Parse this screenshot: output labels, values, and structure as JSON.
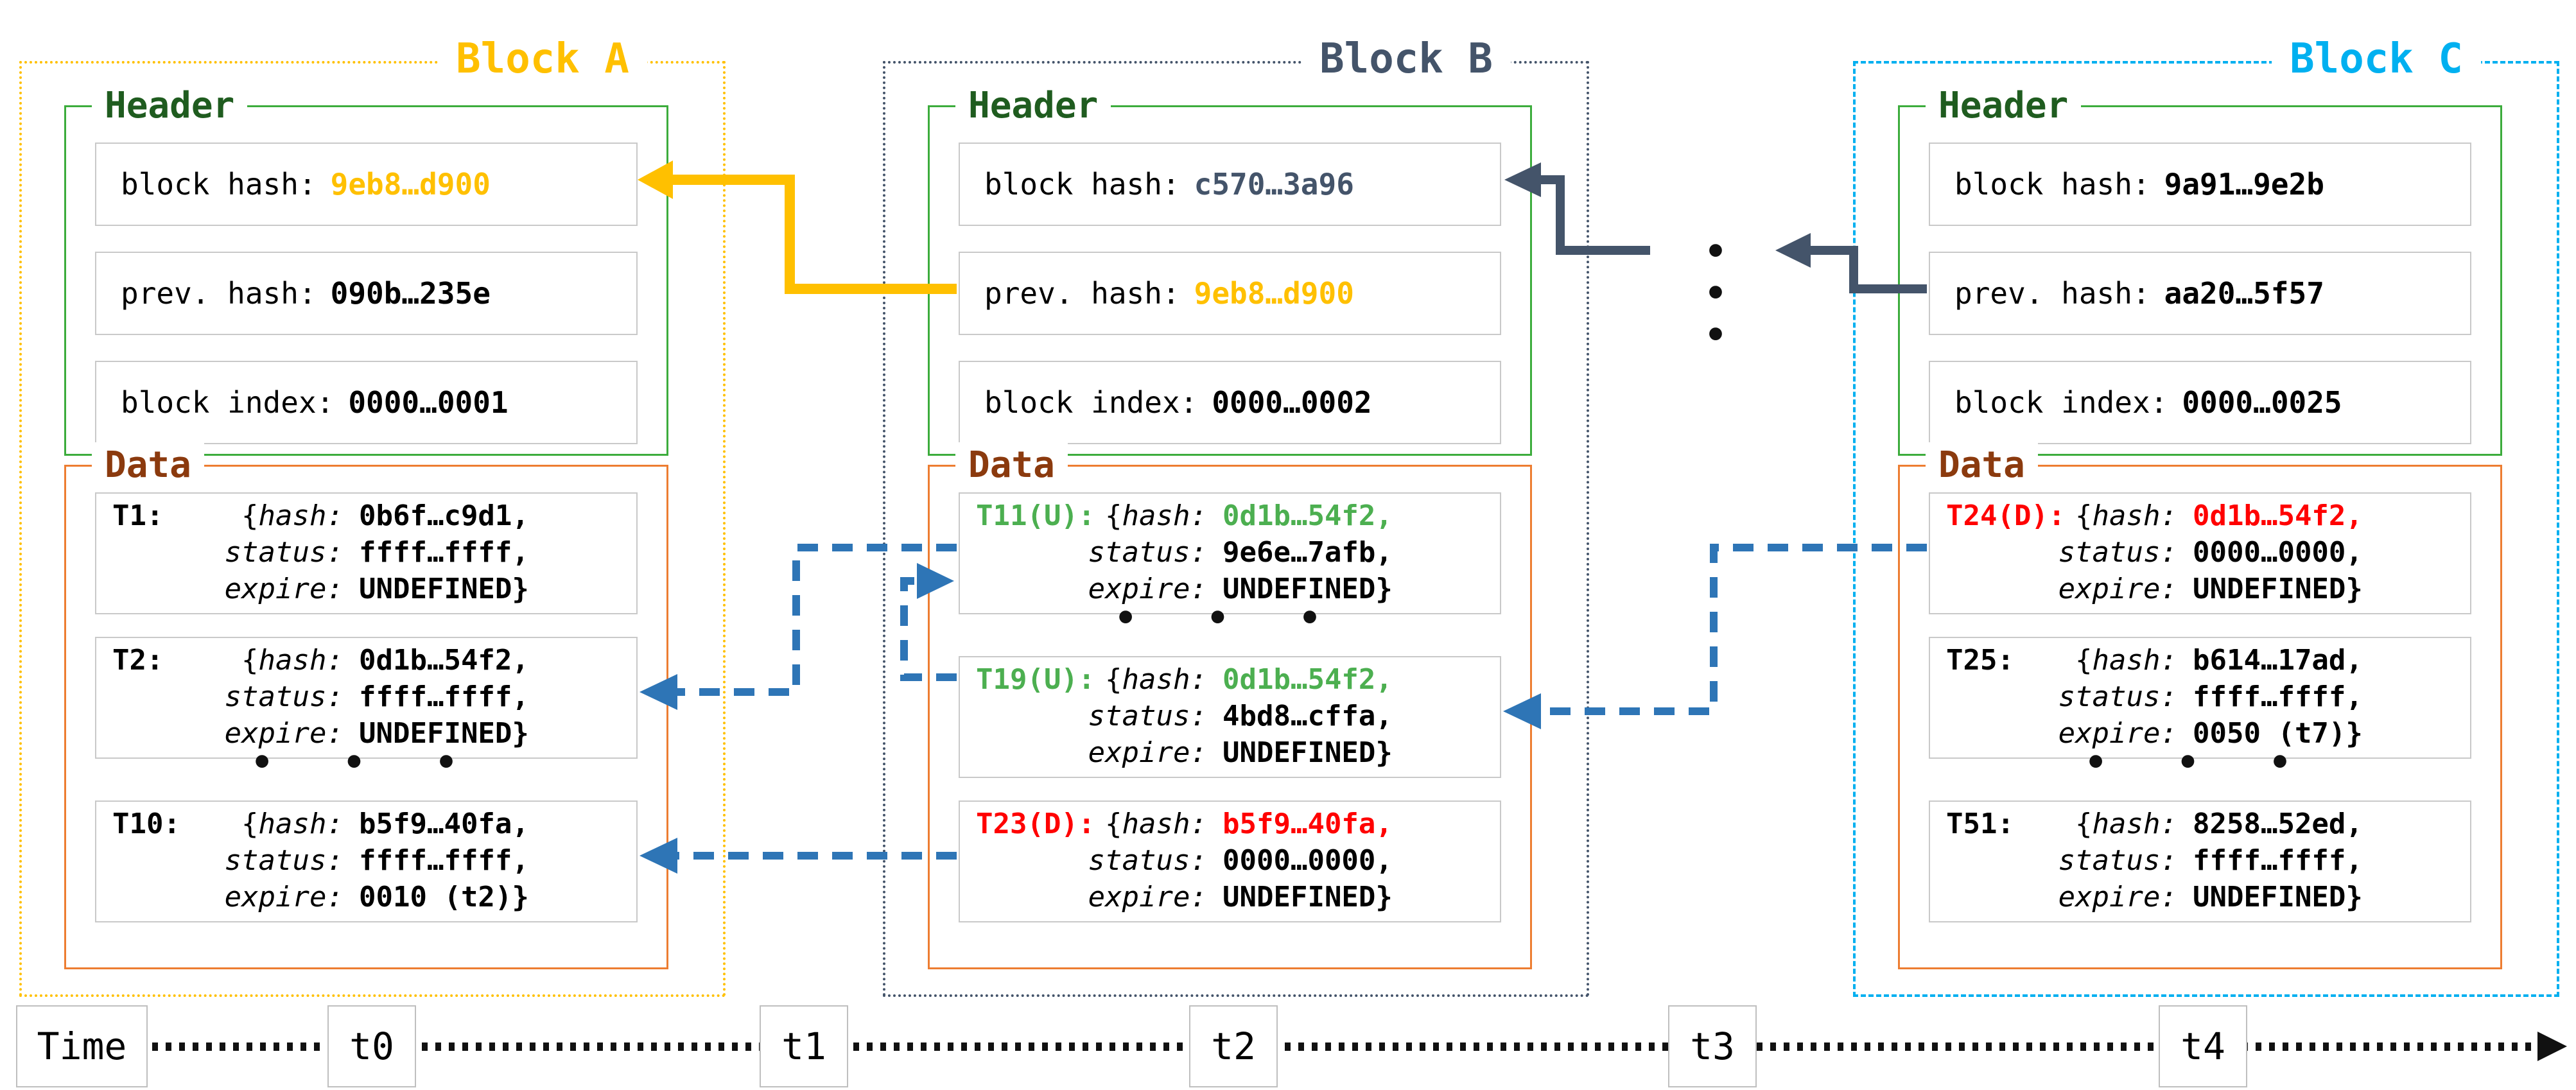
{
  "colors": {
    "block-a": "#FFC000",
    "block-b": "#44546A",
    "block-c": "#00B0F0",
    "header-border": "#3CAC3C",
    "header-label": "#1F5C1F",
    "data-border": "#ED7D31",
    "data-label": "#8B3A0E",
    "green-tx": "#4CAF50",
    "red-tx": "#FF0000",
    "blue-arrow": "#2E75B6",
    "box-border": "#C9C9C9",
    "black": "#000000"
  },
  "misc": {
    "brace": "{",
    "ellipsis": "• • •"
  },
  "tx_keys": {
    "hash": "hash:",
    "status": "status:",
    "expire": "expire:"
  },
  "blocks": [
    {
      "title": "Block A",
      "header": {
        "label": "Header",
        "rows": [
          {
            "label": "block hash:",
            "value": "9eb8…d900",
            "value_color": "#FFC000"
          },
          {
            "label": "prev. hash:",
            "value": "090b…235e",
            "value_color": "#000000"
          },
          {
            "label": "block index:",
            "value": "0000…0001",
            "value_color": "#000000"
          }
        ]
      },
      "data": {
        "label": "Data",
        "transactions": [
          {
            "label": "T1:",
            "label_color": "#000000",
            "hash": "0b6f…c9d1,",
            "hash_color": "#000000",
            "status": "ffff…ffff,",
            "expire": "UNDEFINED}"
          },
          {
            "label": "T2:",
            "label_color": "#000000",
            "hash": "0d1b…54f2,",
            "hash_color": "#000000",
            "status": "ffff…ffff,",
            "expire": "UNDEFINED}"
          },
          {
            "label": "T10:",
            "label_color": "#000000",
            "hash": "b5f9…40fa,",
            "hash_color": "#000000",
            "status": "ffff…ffff,",
            "expire": "0010 (t2)}"
          }
        ]
      }
    },
    {
      "title": "Block B",
      "header": {
        "label": "Header",
        "rows": [
          {
            "label": "block hash:",
            "value": "c570…3a96",
            "value_color": "#44546A"
          },
          {
            "label": "prev. hash:",
            "value": "9eb8…d900",
            "value_color": "#FFC000"
          },
          {
            "label": "block index:",
            "value": "0000…0002",
            "value_color": "#000000"
          }
        ]
      },
      "data": {
        "label": "Data",
        "transactions": [
          {
            "label": "T11(U):",
            "label_color": "#4CAF50",
            "hash": "0d1b…54f2,",
            "hash_color": "#4CAF50",
            "status": "9e6e…7afb,",
            "expire": "UNDEFINED}"
          },
          {
            "label": "T19(U):",
            "label_color": "#4CAF50",
            "hash": "0d1b…54f2,",
            "hash_color": "#4CAF50",
            "status": "4bd8…cffa,",
            "expire": "UNDEFINED}"
          },
          {
            "label": "T23(D):",
            "label_color": "#FF0000",
            "hash": "b5f9…40fa,",
            "hash_color": "#FF0000",
            "status": "0000…0000,",
            "expire": "UNDEFINED}"
          }
        ]
      }
    },
    {
      "title": "Block C",
      "header": {
        "label": "Header",
        "rows": [
          {
            "label": "block hash:",
            "value": "9a91…9e2b",
            "value_color": "#000000"
          },
          {
            "label": "prev. hash:",
            "value": "aa20…5f57",
            "value_color": "#000000"
          },
          {
            "label": "block index:",
            "value": "0000…0025",
            "value_color": "#000000"
          }
        ]
      },
      "data": {
        "label": "Data",
        "transactions": [
          {
            "label": "T24(D):",
            "label_color": "#FF0000",
            "hash": "0d1b…54f2,",
            "hash_color": "#FF0000",
            "status": "0000…0000,",
            "expire": "UNDEFINED}"
          },
          {
            "label": "T25:",
            "label_color": "#000000",
            "hash": "b614…17ad,",
            "hash_color": "#000000",
            "status": "ffff…ffff,",
            "expire": "0050 (t7)}"
          },
          {
            "label": "T51:",
            "label_color": "#000000",
            "hash": "8258…52ed,",
            "hash_color": "#000000",
            "status": "ffff…ffff,",
            "expire": "UNDEFINED}"
          }
        ]
      }
    }
  ],
  "time_axis": {
    "label": "Time",
    "ticks": [
      "t0",
      "t1",
      "t2",
      "t3",
      "t4"
    ]
  }
}
